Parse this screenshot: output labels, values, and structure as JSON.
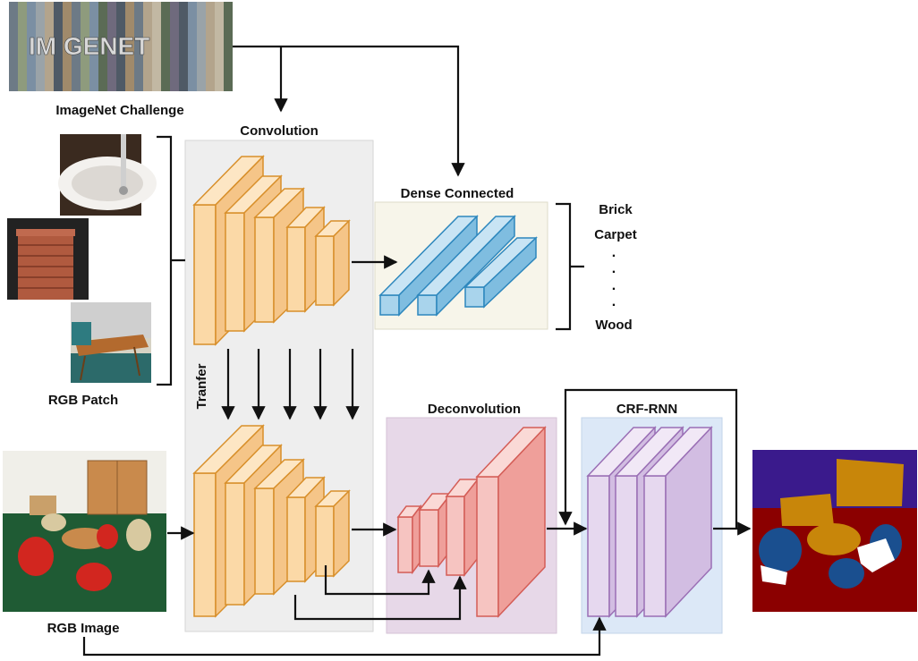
{
  "labels": {
    "imagenet_challenge": "ImageNet Challenge",
    "imagenet_logo": "IM GENET",
    "convolution": "Convolution",
    "dense_connected": "Dense Connected",
    "deconvolution": "Deconvolution",
    "crf_rnn": "CRF-RNN",
    "rgb_patch": "RGB Patch",
    "rgb_image": "RGB Image",
    "transfer": "Tranfer"
  },
  "classes": {
    "first": "Brick",
    "second": "Carpet",
    "dots": [
      ".",
      ".",
      ".",
      "."
    ],
    "last": "Wood"
  },
  "colors": {
    "conv_fill": "#fbd9a7",
    "conv_stroke": "#d88f2a",
    "dense_fill": "#a9d4ec",
    "dense_stroke": "#2d87bd",
    "deconv_fill": "#f6c4c1",
    "deconv_stroke": "#d45d57",
    "crf_fill": "#e6d8ef",
    "crf_stroke": "#9a6fb5",
    "conv_panel": "#eeeeee",
    "dense_panel": "#f7f5ea",
    "deconv_panel": "#e7d8e8",
    "crf_panel": "#dce8f7"
  }
}
